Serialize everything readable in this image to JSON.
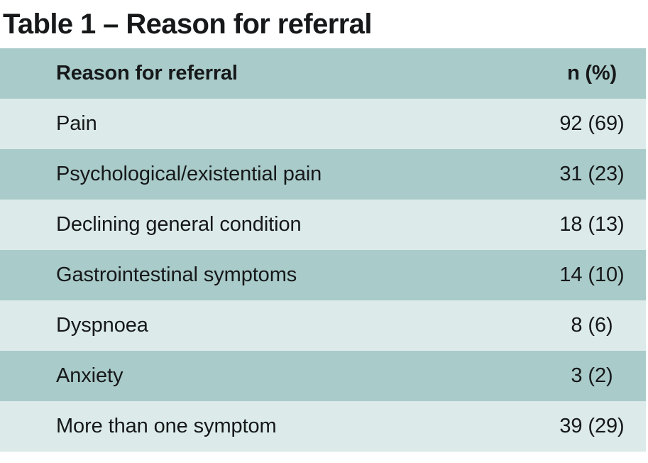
{
  "title": "Table 1 – Reason for referral",
  "colors": {
    "header_bg": "#a9cbc9",
    "row_dark_bg": "#a9cbc9",
    "row_light_bg": "#dcebe9",
    "text": "#16181a",
    "page_bg": "#ffffff"
  },
  "table": {
    "columns": [
      {
        "key": "reason",
        "label": "Reason for referral",
        "align": "left"
      },
      {
        "key": "value",
        "label": "n (%)",
        "align": "center"
      }
    ],
    "rows": [
      {
        "reason": "Pain",
        "value": "92 (69)"
      },
      {
        "reason": "Psychological/existential pain",
        "value": "31 (23)"
      },
      {
        "reason": "Declining general condition",
        "value": "18 (13)"
      },
      {
        "reason": "Gastrointestinal symptoms",
        "value": "14 (10)"
      },
      {
        "reason": "Dyspnoea",
        "value": "8 (6)"
      },
      {
        "reason": "Anxiety",
        "value": "3 (2)"
      },
      {
        "reason": "More than one symptom",
        "value": "39 (29)"
      }
    ]
  },
  "chart_data": {
    "type": "table",
    "title": "Table 1 – Reason for referral",
    "columns": [
      "Reason for referral",
      "n (%)"
    ],
    "categories": [
      "Pain",
      "Psychological/existential pain",
      "Declining general condition",
      "Gastrointestinal symptoms",
      "Dyspnoea",
      "Anxiety",
      "More than one symptom"
    ],
    "counts": [
      92,
      31,
      18,
      14,
      8,
      3,
      39
    ],
    "percentages": [
      69,
      23,
      13,
      10,
      6,
      2,
      29
    ],
    "value_labels": [
      "92 (69)",
      "31 (23)",
      "18 (13)",
      "14 (10)",
      "8 (6)",
      "3 (2)",
      "39 (29)"
    ],
    "xlabel": "",
    "ylabel": "",
    "grid": false,
    "legend": "none"
  }
}
